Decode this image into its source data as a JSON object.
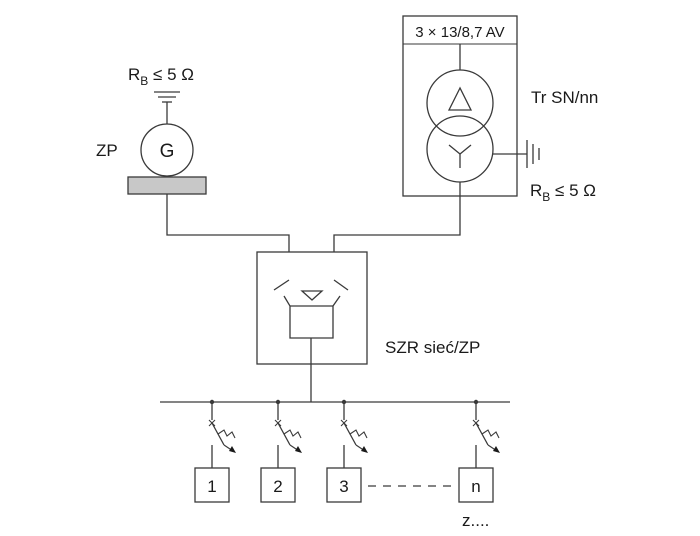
{
  "labels": {
    "transformer_rating": "3 × 13/8,7 AV",
    "transformer_name": "Tr SN/nn",
    "generator_symbol": "G",
    "generator_group": "ZP",
    "earthing_left_main": "R",
    "earthing_left_sub": "B",
    "earthing_left_value": " ≤ 5 Ω",
    "earthing_right_main": "R",
    "earthing_right_sub": "B",
    "earthing_right_value": " ≤ 5 Ω",
    "switch_name": "SZR sieć/ZP",
    "ellipsis_label": "z...."
  },
  "loads": [
    {
      "label": "1"
    },
    {
      "label": "2"
    },
    {
      "label": "3"
    },
    {
      "label": "n"
    }
  ],
  "colors": {
    "line": "#3a3a3a",
    "text": "#1a1a1a",
    "busbar_fill": "#c8c8c8"
  }
}
